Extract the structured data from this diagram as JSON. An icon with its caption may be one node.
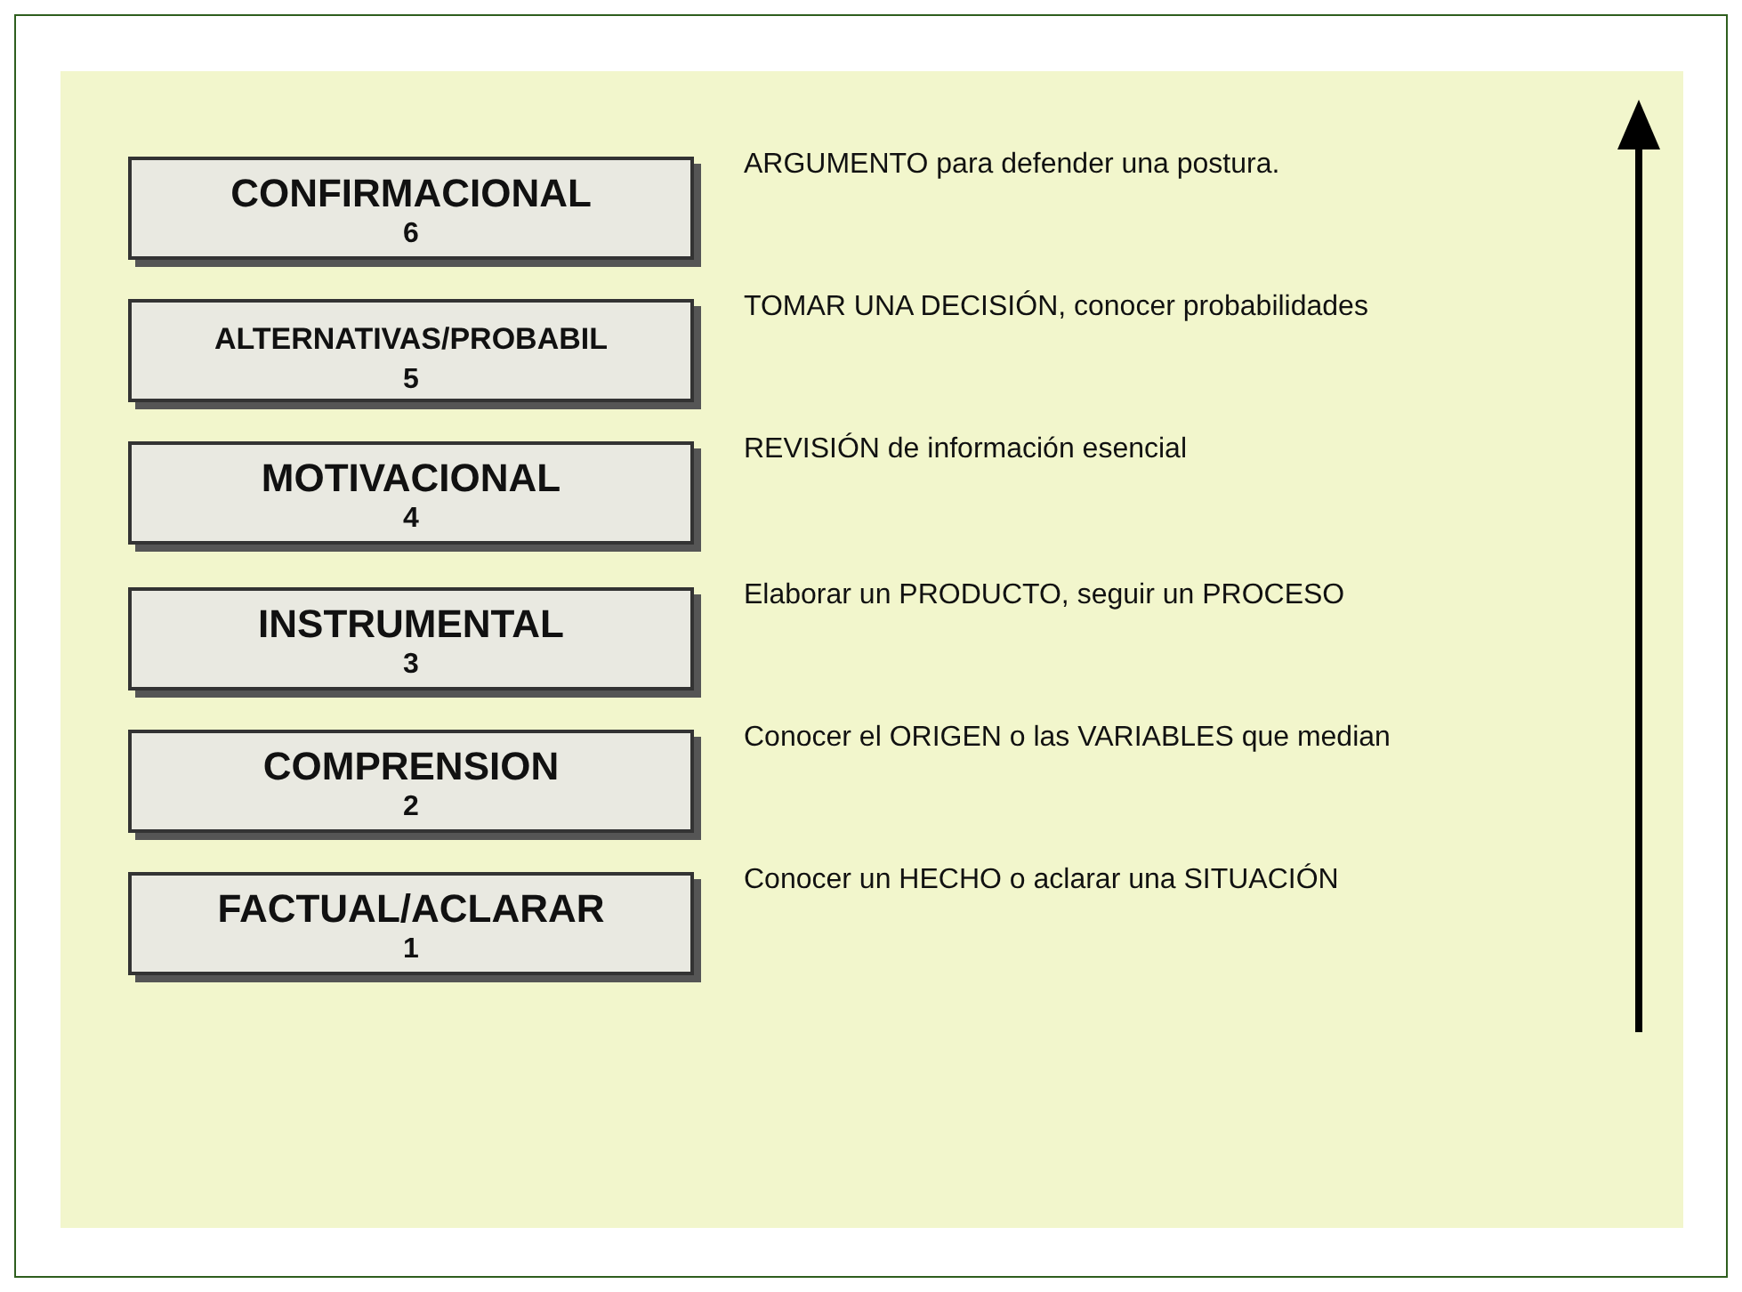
{
  "diagram": {
    "nodes": [
      {
        "text": [
          "CONFIRMACIONAL",
          "6"
        ],
        "beside": [
          "ARGUMENTO para defender una postura."
        ]
      },
      {
        "text": [
          "ALTERNATIVAS/PROBABIL",
          "5"
        ],
        "beside": [
          "TOMAR UNA DECISIÓN, conocer probabilidades"
        ]
      },
      {
        "text": [
          "MOTIVACIONAL",
          "4"
        ],
        "beside": [
          "REVISIÓN de información esencial"
        ]
      },
      {
        "text": [
          "INSTRUMENTAL",
          "3"
        ],
        "beside": [
          "Elaborar un PRODUCTO, seguir un PROCESO"
        ]
      },
      {
        "text": [
          "COMPRENSION",
          "2"
        ],
        "beside": [
          "Conocer el ORIGEN o las VARIABLES que median"
        ]
      },
      {
        "text": [
          "FACTUAL/ACLARAR",
          "1"
        ],
        "beside": [
          "Conocer un HECHO o aclarar una SITUACIÓN"
        ]
      }
    ]
  }
}
